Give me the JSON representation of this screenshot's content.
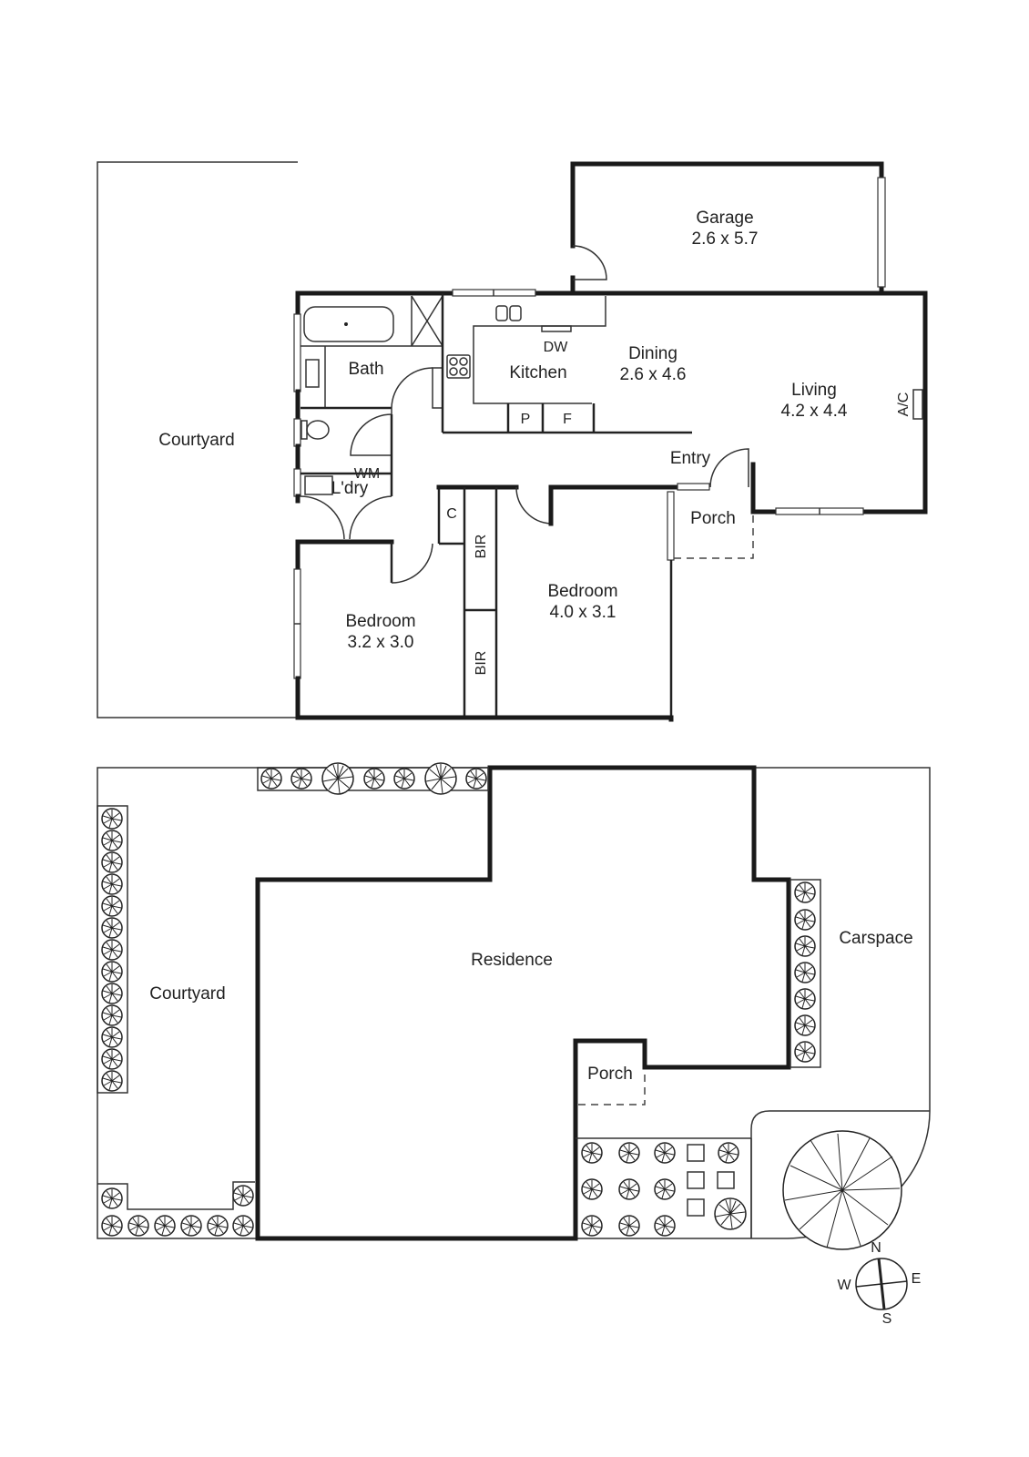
{
  "floor_plan": {
    "rooms": [
      {
        "id": "garage",
        "name": "Garage",
        "dims": "2.6 x 5.7"
      },
      {
        "id": "bath",
        "name": "Bath",
        "dims": ""
      },
      {
        "id": "kitchen",
        "name": "Kitchen",
        "dims": ""
      },
      {
        "id": "dining",
        "name": "Dining",
        "dims": "2.6 x 4.6"
      },
      {
        "id": "living",
        "name": "Living",
        "dims": "4.2 x 4.4"
      },
      {
        "id": "courtyard",
        "name": "Courtyard",
        "dims": ""
      },
      {
        "id": "laundry",
        "name": "L'dry",
        "dims": ""
      },
      {
        "id": "entry",
        "name": "Entry",
        "dims": ""
      },
      {
        "id": "porch",
        "name": "Porch",
        "dims": ""
      },
      {
        "id": "bedroom1",
        "name": "Bedroom",
        "dims": "3.2 x 3.0"
      },
      {
        "id": "bedroom2",
        "name": "Bedroom",
        "dims": "4.0 x 3.1"
      }
    ],
    "fixtures": {
      "dw": "DW",
      "wm": "WM",
      "pantry": "P",
      "fridge": "F",
      "cupboard": "C",
      "bir1": "BIR",
      "bir2": "BIR",
      "ac": "A/C"
    }
  },
  "site_plan": {
    "labels": {
      "courtyard": "Courtyard",
      "residence": "Residence",
      "carspace": "Carspace",
      "porch": "Porch"
    }
  },
  "compass": {
    "n": "N",
    "s": "S",
    "e": "E",
    "w": "W"
  },
  "colors": {
    "line": "#1a1a1a",
    "background": "#ffffff"
  }
}
